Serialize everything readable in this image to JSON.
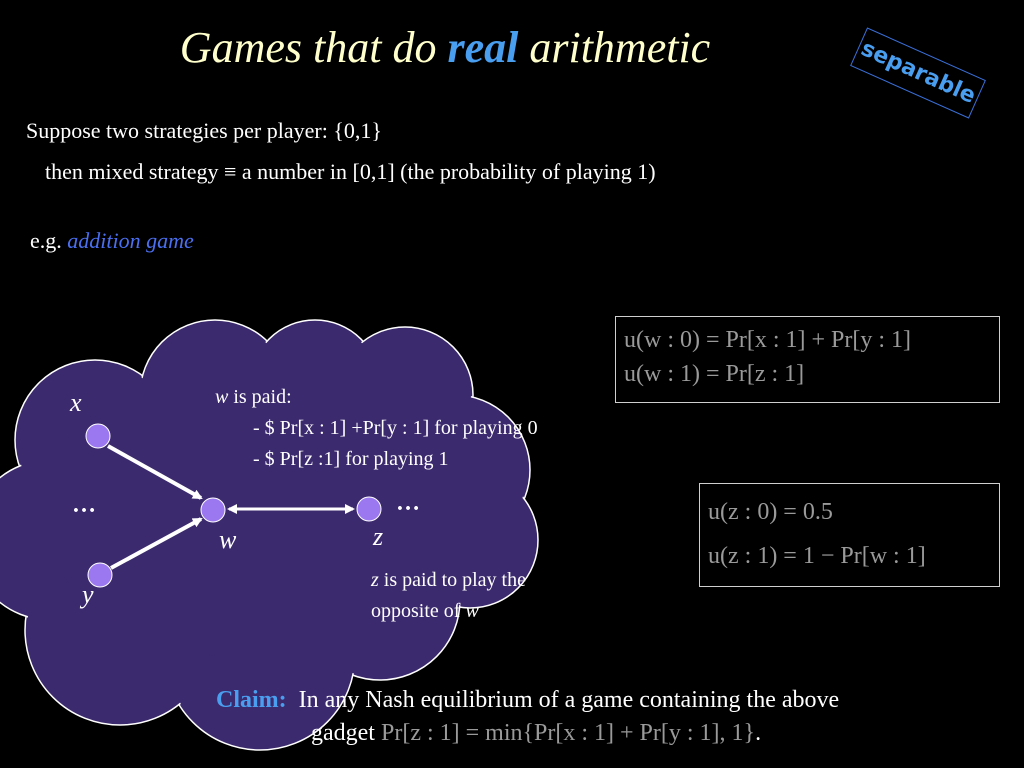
{
  "slide": {
    "title_pre": "Games that do ",
    "title_em": "real",
    "title_post": " arithmetic",
    "badge": "separable",
    "line1": "Suppose two strategies per player:  {0,1}",
    "line2": "then  mixed strategy ≡ a number in [0,1]   (the probability of playing 1)",
    "eg_prefix": "e.g. ",
    "eg_em": "addition game"
  },
  "math": {
    "box1_line1": "u(w : 0) = Pr[x : 1] + Pr[y : 1]",
    "box1_line2": "u(w : 1) = Pr[z : 1]",
    "box2_line1": "u(z : 0) = 0.5",
    "box2_line2": "u(z : 1) = 1 − Pr[w : 1]"
  },
  "diagram": {
    "node_x": "x",
    "node_y": "y",
    "node_w": "w",
    "node_z": "z",
    "dots": "…",
    "w_paid_v": "w",
    "w_paid_head": " is paid:",
    "w_paid_line1": "- $ Pr[x : 1] +Pr[y : 1] for playing 0",
    "w_paid_line2": "- $ Pr[z :1] for playing 1",
    "z_paid_v": "z",
    "z_paid_line1": " is paid to play the",
    "z_paid_line2": "opposite of ",
    "z_paid_v2": "w",
    "colors": {
      "cloud": "#3c2a6e",
      "node": "#9b78f0",
      "accent": "#4a9ef0"
    }
  },
  "claim": {
    "label": "Claim:",
    "text1": "In any Nash equilibrium of a game containing the above",
    "text2_pre": "gadget ",
    "formula": "Pr[z : 1] = min{Pr[x : 1] + Pr[y : 1], 1}",
    "text2_post": "."
  }
}
